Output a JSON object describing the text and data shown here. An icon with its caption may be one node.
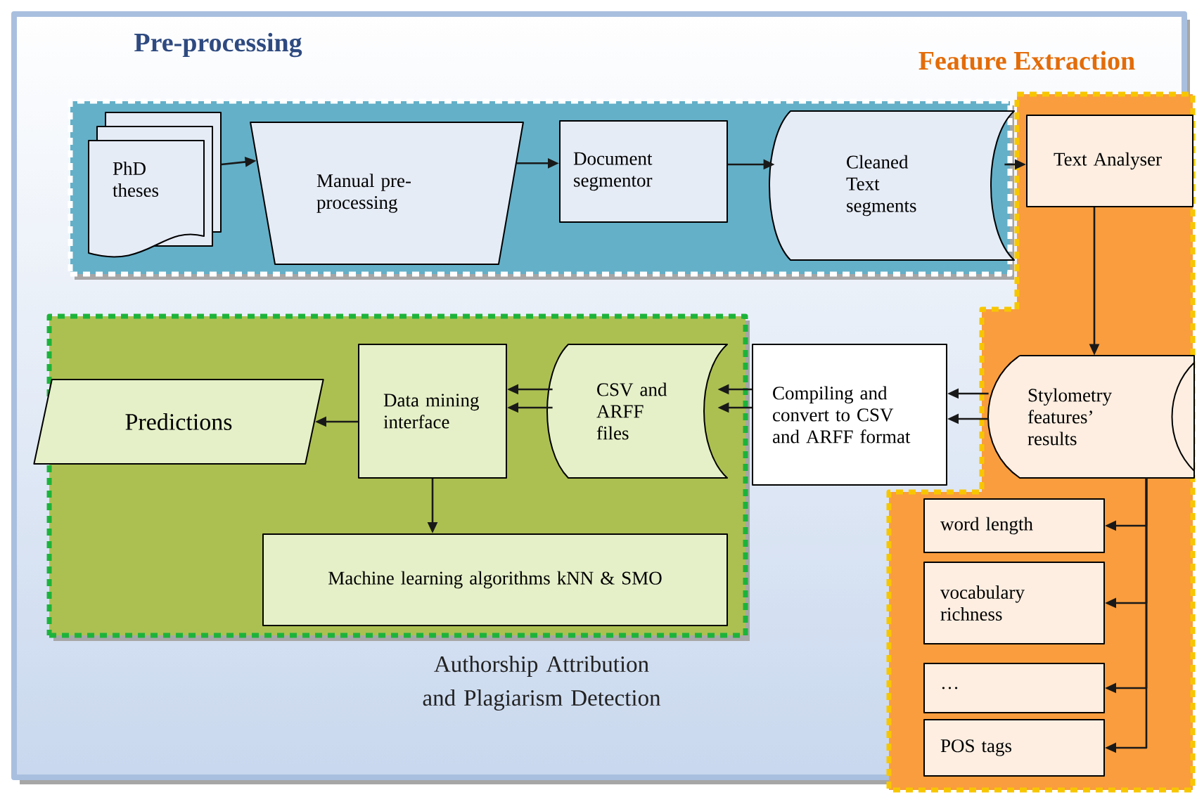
{
  "diagram": {
    "nodes": [
      {
        "text": [
          "Pre-processing"
        ]
      },
      {
        "text": [
          "PhD theses"
        ],
        "in": 0
      },
      {
        "text": [
          "Manual pre- processing"
        ],
        "in": 0
      },
      {
        "text": [
          "Document segmentor"
        ],
        "in": 0
      },
      {
        "text": [
          "Cleaned Text segments"
        ],
        "in": 0
      },
      {
        "text": [
          "Feature Extraction"
        ]
      },
      {
        "text": [
          "Text Analyser"
        ],
        "in": 5
      },
      {
        "text": [
          "Stylometry features’ results"
        ],
        "in": 5
      },
      {
        "text": [
          "word length"
        ],
        "in": 5
      },
      {
        "text": [
          "vocabulary richness"
        ],
        "in": 5
      },
      {
        "text": [
          "…"
        ],
        "in": 5
      },
      {
        "text": [
          "POS tags"
        ],
        "in": 5
      },
      {
        "text": [
          "Compiling and convert to CSV and ARFF format"
        ]
      },
      {
        "text": [
          "Authorship Attribution and Plagiarism Detection"
        ]
      },
      {
        "text": [
          "CSV and ARFF files"
        ],
        "in": 13
      },
      {
        "text": [
          "Data mining interface"
        ],
        "in": 13
      },
      {
        "text": [
          "Predictions"
        ],
        "in": 13
      },
      {
        "text": [
          "Machine learning algorithms kNN & SMO"
        ],
        "in": 13
      }
    ],
    "edges": [
      {
        "from": 1,
        "to": 2,
        "arrow": "to"
      },
      {
        "from": 2,
        "to": 3,
        "arrow": "to"
      },
      {
        "from": 3,
        "to": 4,
        "arrow": "to"
      },
      {
        "from": 4,
        "to": 6,
        "arrow": "to"
      },
      {
        "from": 6,
        "to": 7,
        "arrow": "to"
      },
      {
        "from": 7,
        "to": 12,
        "arrow": "to"
      },
      {
        "from": 7,
        "to": 12,
        "arrow": "to"
      },
      {
        "from": 12,
        "to": 14,
        "arrow": "to"
      },
      {
        "from": 12,
        "to": 14,
        "arrow": "to"
      },
      {
        "from": 14,
        "to": 15,
        "arrow": "to"
      },
      {
        "from": 14,
        "to": 15,
        "arrow": "to"
      },
      {
        "from": 15,
        "to": 16,
        "arrow": "to"
      },
      {
        "from": 15,
        "to": 17,
        "arrow": "to"
      },
      {
        "from": 7,
        "to": 8,
        "arrow": "to"
      },
      {
        "from": 7,
        "to": 9,
        "arrow": "to"
      },
      {
        "from": 7,
        "to": 10,
        "arrow": "to"
      },
      {
        "from": 7,
        "to": 11,
        "arrow": "to"
      }
    ]
  }
}
